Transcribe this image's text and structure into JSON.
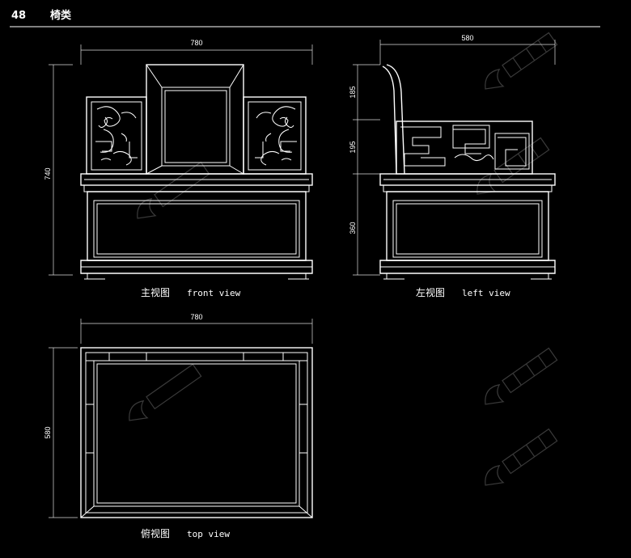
{
  "header": {
    "page_number": "48",
    "title": "椅类"
  },
  "front_view": {
    "caption_cn": "主视图",
    "caption_en": "front view",
    "width_dim": "780",
    "height_dim": "740"
  },
  "left_view": {
    "caption_cn": "左视图",
    "caption_en": "left view",
    "depth_dim": "580",
    "dim_top": "185",
    "dim_mid": "195",
    "dim_bottom": "360"
  },
  "top_view": {
    "caption_cn": "俯视图",
    "caption_en": "top view",
    "width_dim": "780",
    "depth_dim": "580"
  },
  "colors": {
    "background": "#000000",
    "lines": "#ffffff"
  }
}
